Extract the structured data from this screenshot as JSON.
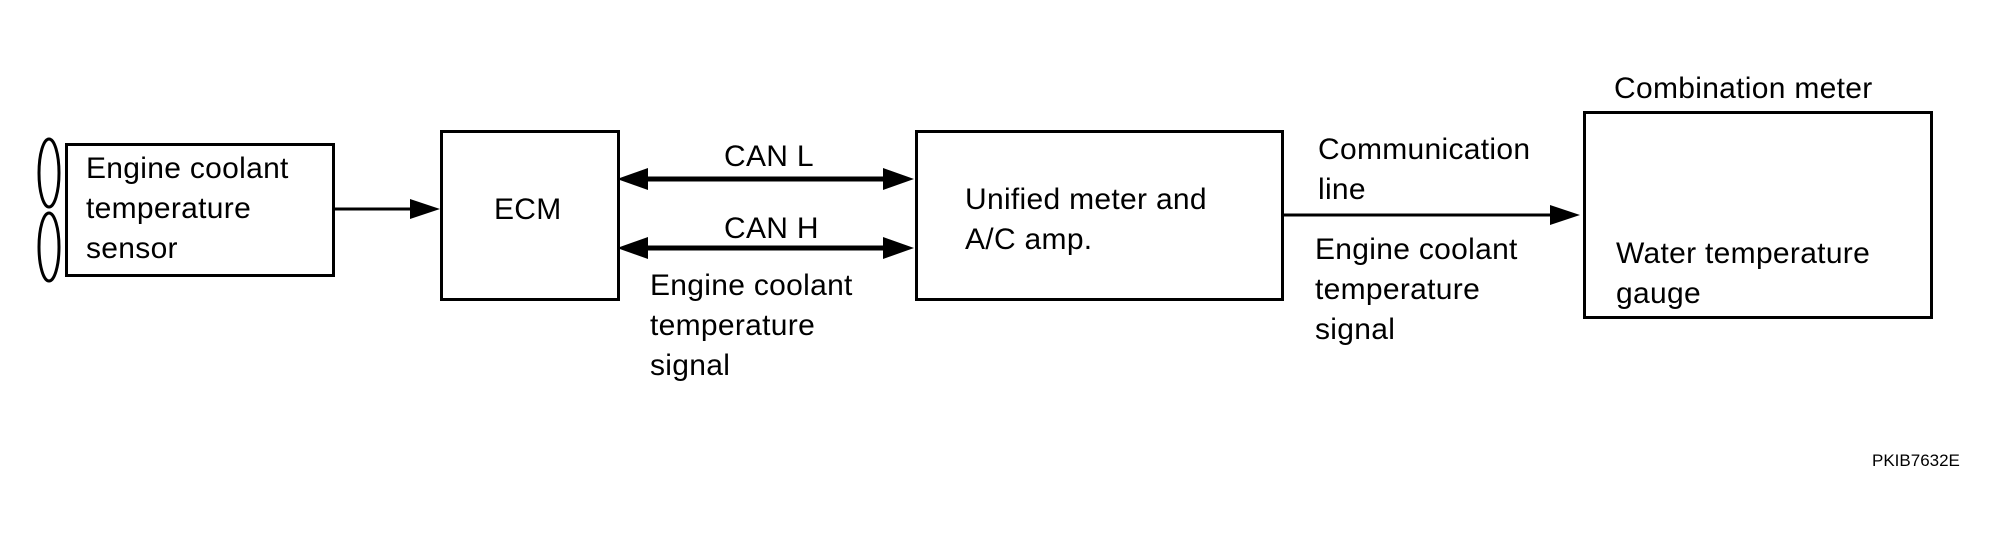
{
  "diagram": {
    "sensor": {
      "line1": "Engine coolant",
      "line2": "temperature",
      "line3": "sensor"
    },
    "ecm": {
      "label": "ECM"
    },
    "can_l": "CAN L",
    "can_h": "CAN H",
    "ecm_signal": {
      "line1": "Engine coolant",
      "line2": "temperature",
      "line3": "signal"
    },
    "unified": {
      "line1": "Unified meter and",
      "line2": "A/C amp."
    },
    "comm": {
      "line1": "Communication",
      "line2": "line"
    },
    "meter_signal": {
      "line1": "Engine coolant",
      "line2": "temperature",
      "line3": "signal"
    },
    "combination_meter": {
      "title": "Combination meter",
      "line1": "Water temperature",
      "line2": "gauge"
    },
    "figure_code": "PKIB7632E"
  }
}
